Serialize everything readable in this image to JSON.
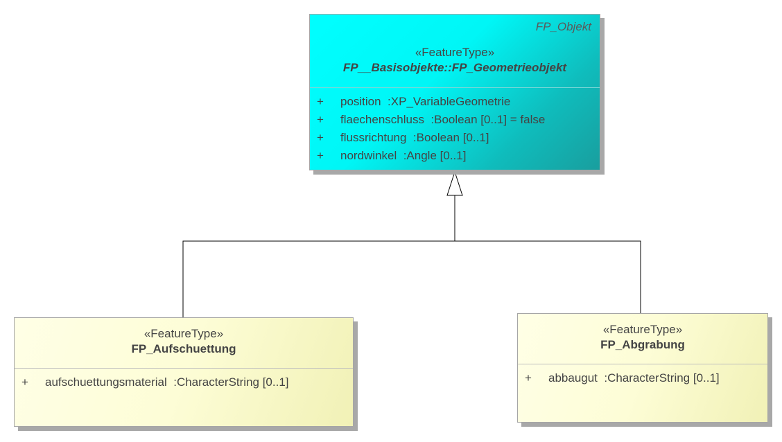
{
  "parent_class": {
    "package": "FP_Objekt",
    "stereotype": "«FeatureType»",
    "name": "FP__Basisobjekte::FP_Geometrieobjekt",
    "attributes": [
      {
        "visibility": "+",
        "text": "position  :XP_VariableGeometrie"
      },
      {
        "visibility": "+",
        "text": "flaechenschluss  :Boolean [0..1] = false"
      },
      {
        "visibility": "+",
        "text": "flussrichtung  :Boolean [0..1]"
      },
      {
        "visibility": "+",
        "text": "nordwinkel  :Angle [0..1]"
      }
    ]
  },
  "left_class": {
    "stereotype": "«FeatureType»",
    "name": "FP_Aufschuettung",
    "attributes": [
      {
        "visibility": "+",
        "text": "aufschuettungsmaterial  :CharacterString [0..1]"
      }
    ]
  },
  "right_class": {
    "stereotype": "«FeatureType»",
    "name": "FP_Abgrabung",
    "attributes": [
      {
        "visibility": "+",
        "text": "abbaugut  :CharacterString [0..1]"
      }
    ]
  },
  "colors": {
    "parent_fill": "#00ffff",
    "child_fill": "#fdfdd6",
    "text": "#444444",
    "line": "#000000"
  }
}
